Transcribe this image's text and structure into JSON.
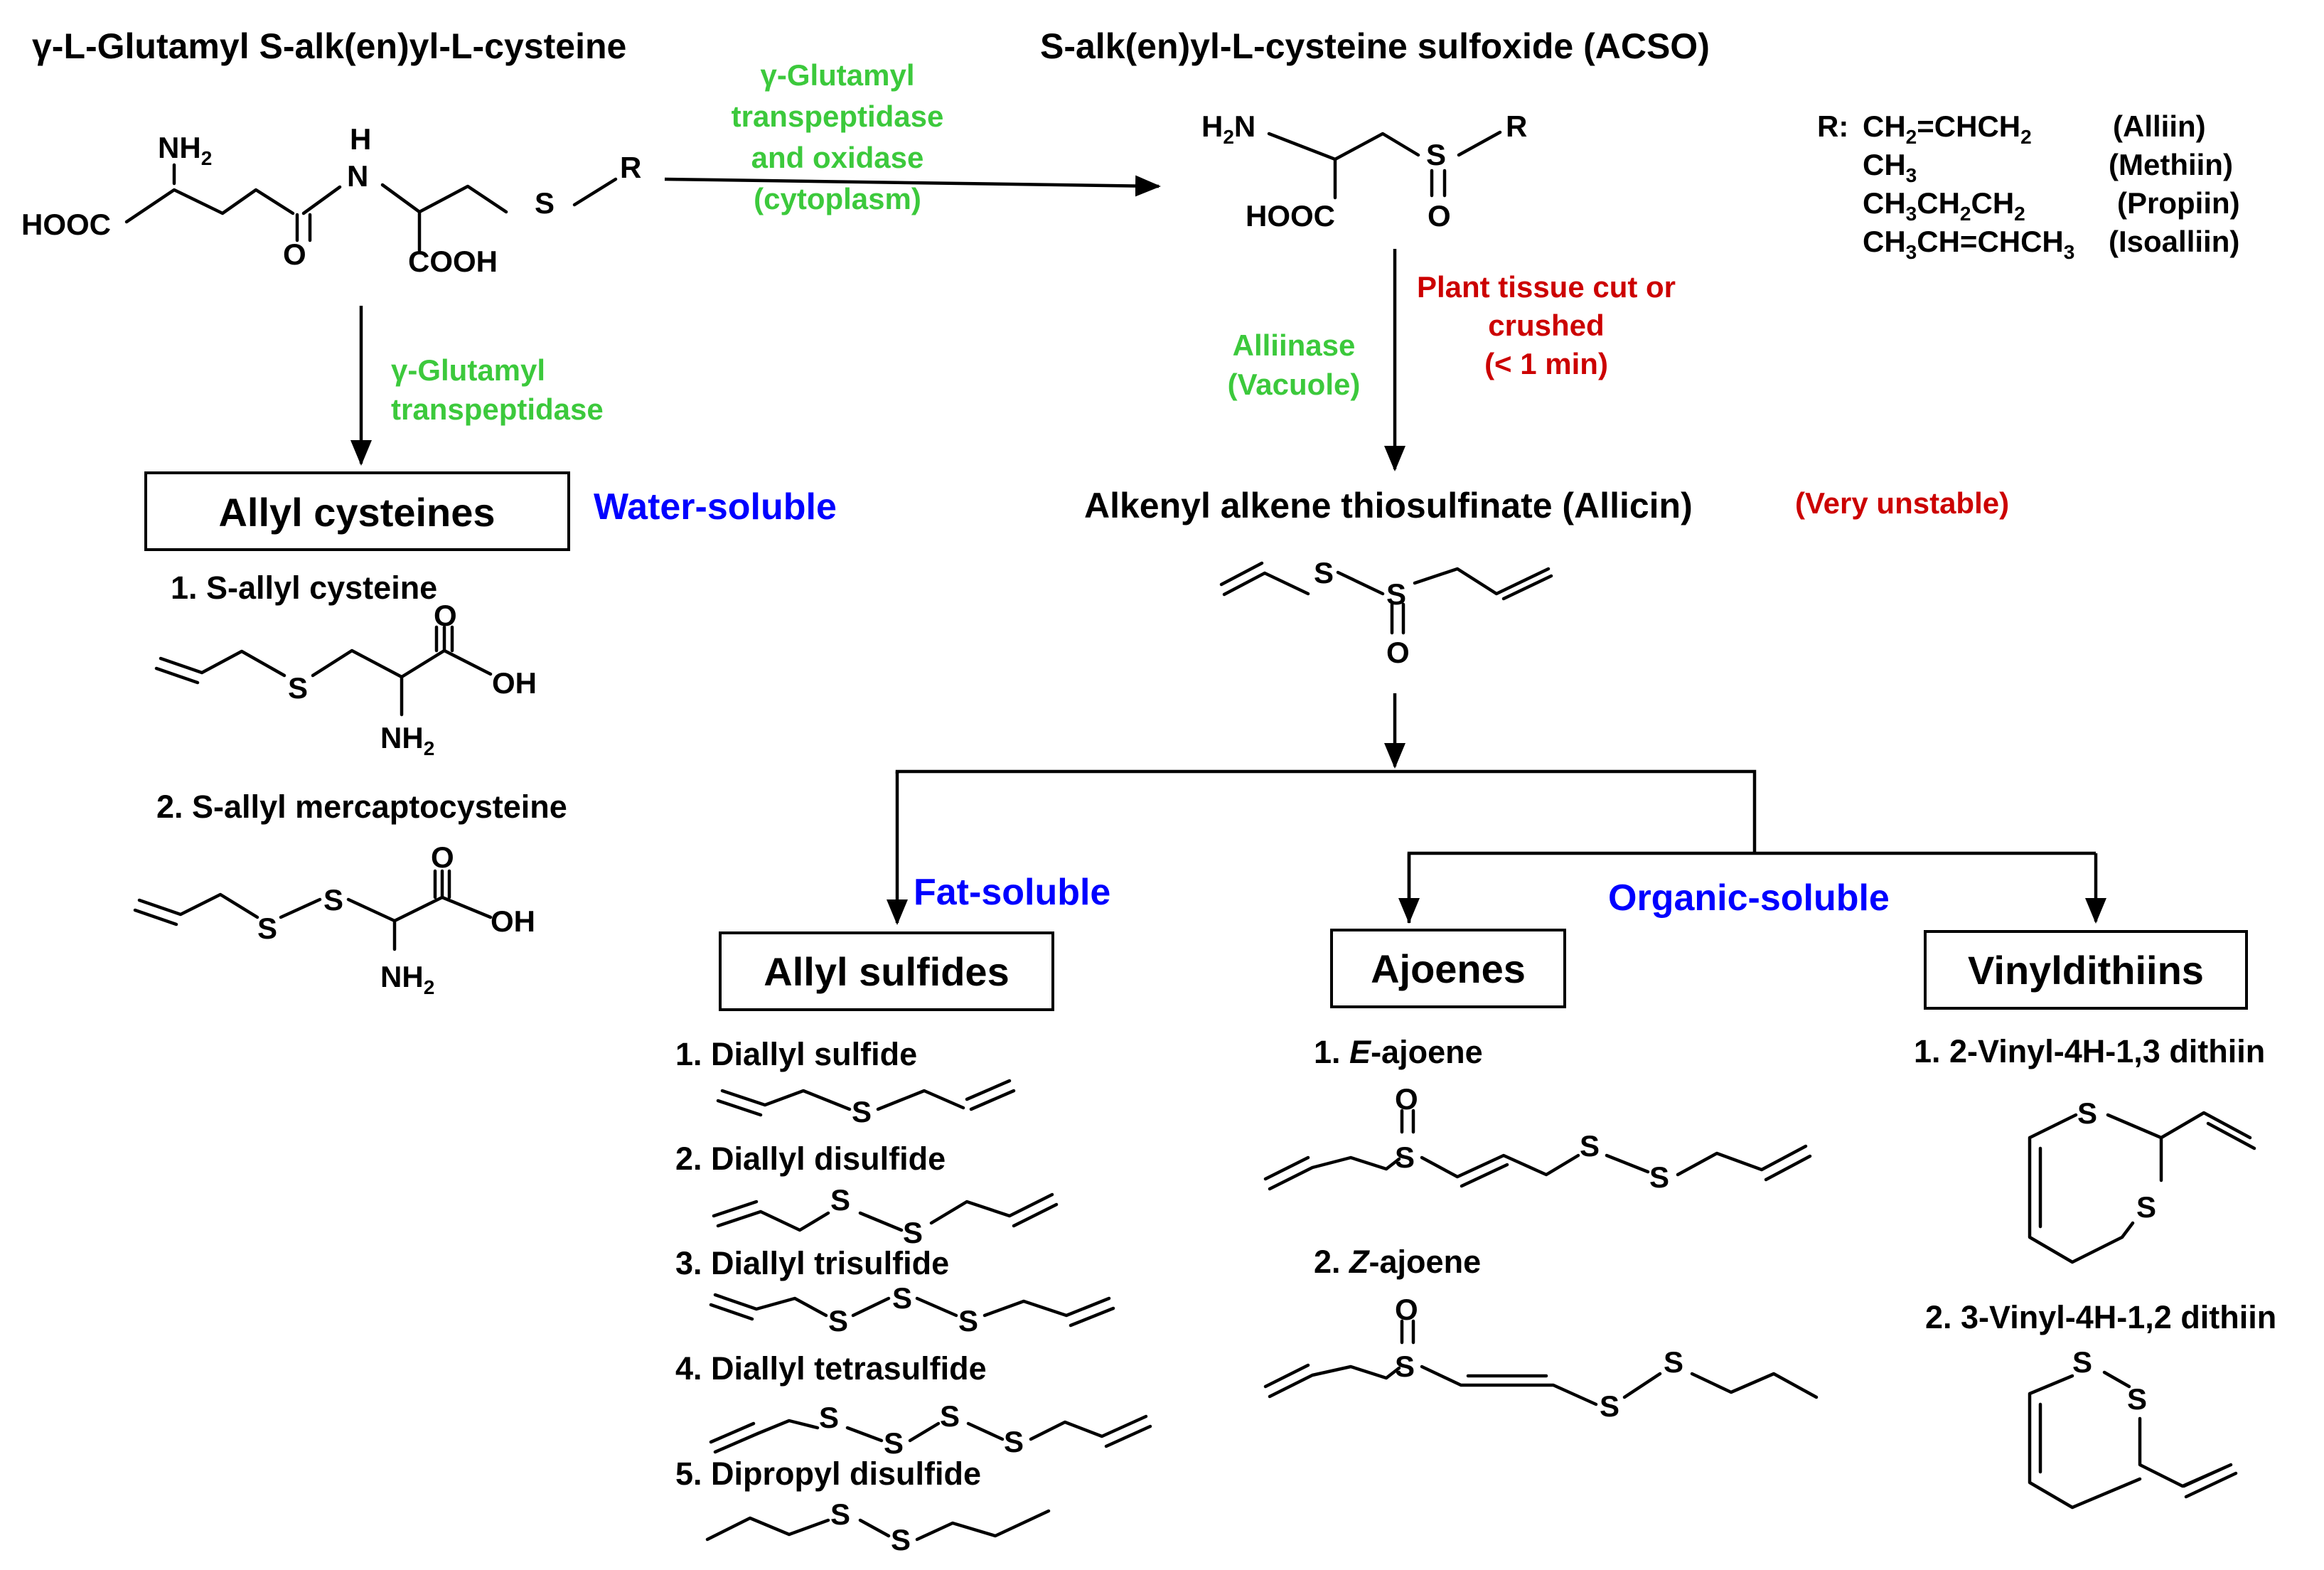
{
  "titles": {
    "gamma_glutamyl": "γ-L-Glutamyl S-alk(en)yl-L-cysteine",
    "acso": "S-alk(en)yl-L-cysteine sulfoxide (ACSO)",
    "allicin": "Alkenyl alkene thiosulfinate (Allicin)",
    "allicin_note": "(Very unstable)"
  },
  "enzymes": {
    "top_arrow": [
      "γ-Glutamyl",
      "transpeptidase",
      "and oxidase",
      "(cytoplasm)"
    ],
    "left_arrow": [
      "γ-Glutamyl",
      "transpeptidase"
    ],
    "right_arrow": [
      "Alliinase",
      "(Vacuole)"
    ],
    "right_arrow_condition": [
      "Plant tissue cut or",
      "crushed",
      "(< 1 min)"
    ]
  },
  "r_groups": {
    "prefix": "R:",
    "items": [
      {
        "formula": "CH2=CHCH2",
        "name": "(Alliin)"
      },
      {
        "formula": "CH3",
        "name": "(Methiin)"
      },
      {
        "formula": "CH3CH2CH2",
        "name": "(Propiin)"
      },
      {
        "formula": "CH3CH=CHCH3",
        "name": "(Isoalliin)"
      }
    ]
  },
  "solubility": {
    "water": "Water-soluble",
    "fat": "Fat-soluble",
    "organic": "Organic-soluble"
  },
  "groups": {
    "allyl_cysteines": {
      "title": "Allyl cysteines",
      "items": [
        "1. S-allyl cysteine",
        "2. S-allyl mercaptocysteine"
      ]
    },
    "allyl_sulfides": {
      "title": "Allyl sulfides",
      "items": [
        "1. Diallyl sulfide",
        "2. Diallyl disulfide",
        "3. Diallyl trisulfide",
        "4. Diallyl tetrasulfide",
        "5. Dipropyl disulfide"
      ]
    },
    "ajoenes": {
      "title": "Ajoenes",
      "items": [
        {
          "num": "1.",
          "italic": "E",
          "rest": "-ajoene"
        },
        {
          "num": "2.",
          "italic": "Z",
          "rest": "-ajoene"
        }
      ]
    },
    "vinyldithiins": {
      "title": "Vinyldithiins",
      "items": [
        "1. 2-Vinyl-4H-1,3 dithiin",
        "2. 3-Vinyl-4H-1,2 dithiin"
      ]
    }
  },
  "atoms": {
    "nh2": "NH2",
    "h": "H",
    "n": "N",
    "hooc": "HOOC",
    "o": "O",
    "cooh": "COOH",
    "s": "S",
    "r": "R",
    "h2n": "H2N",
    "oh": "OH"
  }
}
